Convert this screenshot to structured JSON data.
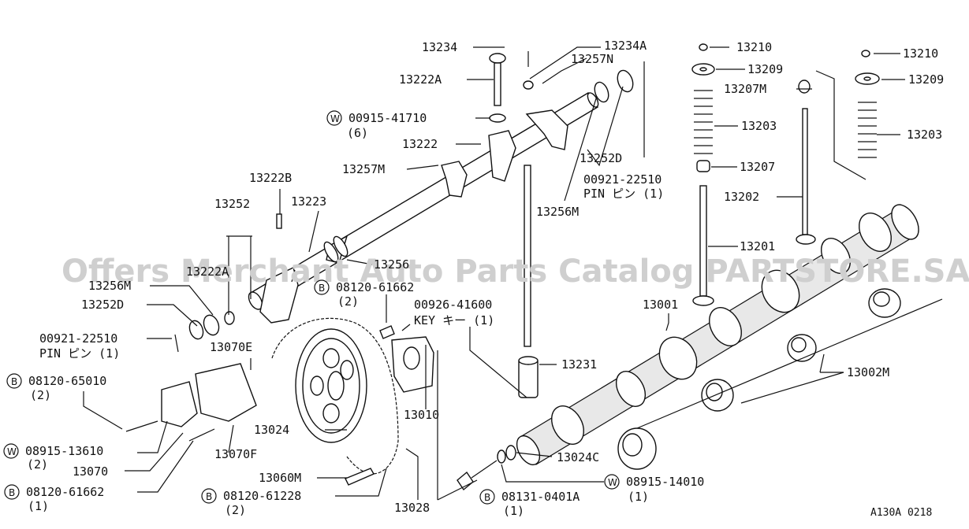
{
  "watermark": "Offers Merchant Auto Parts Catalog PARTSTORE.SA",
  "diagram_code": "A130A 0218",
  "labels": {
    "p13234": "13234",
    "p13234A": "13234A",
    "p13257N": "13257N",
    "p13222A": "13222A",
    "w1": "W",
    "p00915_41710": "00915-41710",
    "q6": "(6)",
    "p13222": "13222",
    "p13257M": "13257M",
    "p13252D_top": "13252D",
    "p00921_22510_top": "00921-22510",
    "pin_top": "PIN ピン (1)",
    "p13256M_top": "13256M",
    "p13222B": "13222B",
    "p13252": "13252",
    "p13223": "13223",
    "p13256": "13256",
    "p13222A_mid": "13222A",
    "p13256M_left": "13256M",
    "p13252D_left": "13252D",
    "p00921_22510_left": "00921-22510",
    "pin_left": "PIN ピン (1)",
    "b1": "B",
    "p08120_61662_top": "08120-61662",
    "q2a": "(2)",
    "p00926_41600": "00926-41600",
    "key": "KEY キー (1)",
    "p13070E": "13070E",
    "b2": "B",
    "p08120_65010": "08120-65010",
    "q2b": "(2)",
    "p13010": "13010",
    "p13024": "13024",
    "w2": "W",
    "p08915_13610": "08915-13610",
    "q2c": "(2)",
    "p13070": "13070",
    "p13070F": "13070F",
    "b3": "B",
    "p08120_61662_bot": "08120-61662",
    "q1a": "(1)",
    "p13060M": "13060M",
    "b4": "B",
    "p08120_61228": "08120-61228",
    "q2d": "(2)",
    "p13028": "13028",
    "p13210_a": "13210",
    "p13209_a": "13209",
    "p13207M": "13207M",
    "p13203_a": "13203",
    "p13207": "13207",
    "p13202": "13202",
    "p13201": "13201",
    "p13210_b": "13210",
    "p13209_b": "13209",
    "p13203_b": "13203",
    "p13001": "13001",
    "p13231": "13231",
    "p13002M": "13002M",
    "p13024C": "13024C",
    "w3": "W",
    "p08915_14010": "08915-14010",
    "q1b": "(1)",
    "b5": "B",
    "p08131_0401A": "08131-0401A",
    "q1c": "(1)"
  }
}
